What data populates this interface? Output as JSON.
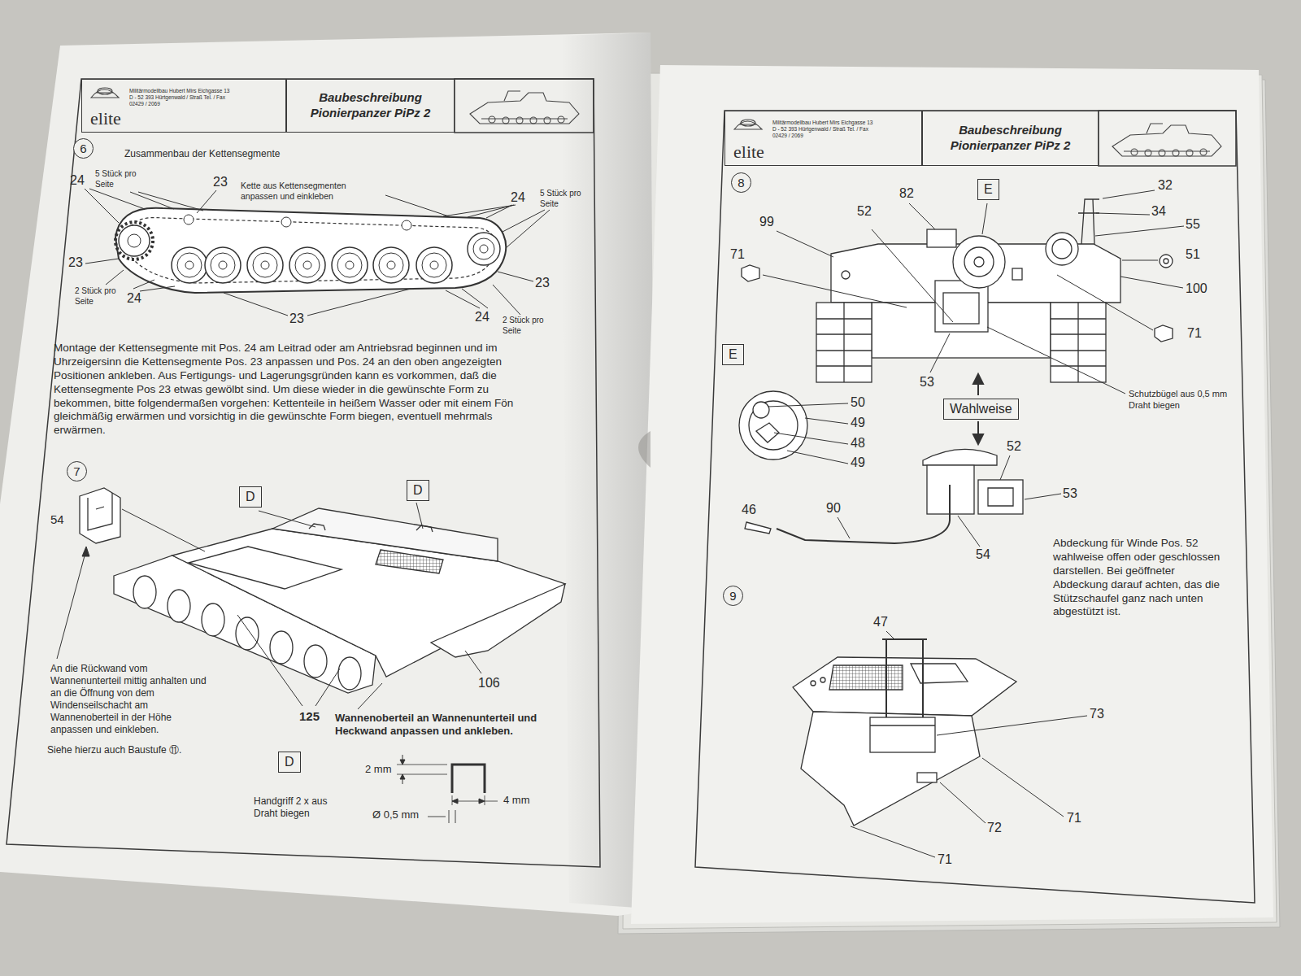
{
  "diagram": {
    "nodes": [
      {
        "text": [
          "elite",
          "Militärmodellbau Hubert Mirs Eichgasse 13 D - 52 393 Hürtgenwald / Straß Tel. / Fax 02429 / 2069"
        ]
      },
      {
        "text": [
          "Baubeschreibung Pionierpanzer PiPz 2"
        ]
      },
      {
        "text": [
          "6"
        ]
      },
      {
        "text": [
          "7"
        ]
      },
      {
        "text": [
          "D"
        ]
      },
      {
        "text": [
          "D"
        ]
      },
      {
        "text": [
          "D"
        ]
      },
      {
        "text": [
          "elite",
          "Militärmodellbau Hubert Mirs Eichgasse 13 D - 52 393 Hürtgenwald / Straß Tel. / Fax 02429 / 2069"
        ]
      },
      {
        "text": [
          "Baubeschreibung Pionierpanzer PiPz 2"
        ]
      },
      {
        "text": [
          "8"
        ]
      },
      {
        "text": [
          "E"
        ]
      },
      {
        "text": [
          "E"
        ]
      },
      {
        "text": [
          "Wahlweise"
        ]
      },
      {
        "text": [
          "9"
        ]
      }
    ],
    "labels": [
      "Zusammenbau der Kettensegmente",
      "24",
      "5 Stück pro Seite",
      "23",
      "Kette aus Kettensegmenten anpassen und einkleben",
      "24",
      "5 Stück pro Seite",
      "23",
      "23",
      "2 Stück pro Seite",
      "24",
      "23",
      "24",
      "2 Stück pro Seite",
      "Montage der Kettensegmente mit Pos. 24 am Leitrad oder am Antriebsrad beginnen und im Uhrzeigersinn die Kettensegmente Pos. 23 anpassen und Pos. 24 an den oben angezeigten Positionen ankleben. Aus Fertigungs- und Lagerungsgründen kann es vorkommen, daß die Kettensegmente Pos 23 etwas gewölbt sind. Um diese wieder in die gewünschte Form zu bekommen, bitte folgendermaßen vorgehen: Kettenteile in heißem Wasser oder mit einem Fön gleichmäßig erwärmen und vorsichtig in die gewünschte Form biegen, eventuell mehrmals erwärmen.",
      "54",
      "106",
      "An die Rückwand vom Wannenunterteil mittig anhalten und an die Öffnung von dem Windenseilschacht am Wannenoberteil in der Höhe anpassen und einkleben.",
      "Siehe hierzu auch Baustufe ⑪.",
      "125",
      "Wannenoberteil an Wannenunterteil und Heckwand anpassen und ankleben.",
      "Handgriff 2 x aus Draht biegen",
      "2 mm",
      "4 mm",
      "Ø 0,5 mm",
      "82",
      "32",
      "52",
      "34",
      "99",
      "55",
      "71",
      "51",
      "100",
      "71",
      "53",
      "Schutzbügel aus 0,5 mm Draht biegen",
      "50",
      "49",
      "48",
      "49",
      "52",
      "53",
      "46",
      "90",
      "54",
      "Abdeckung für Winde Pos. 52 wahlweise offen oder geschlossen darstellen. Bei geöffneter Abdeckung darauf achten, das die Stützschaufel ganz nach unten abgestützt ist.",
      "47",
      "73",
      "72",
      "71",
      "71"
    ]
  }
}
